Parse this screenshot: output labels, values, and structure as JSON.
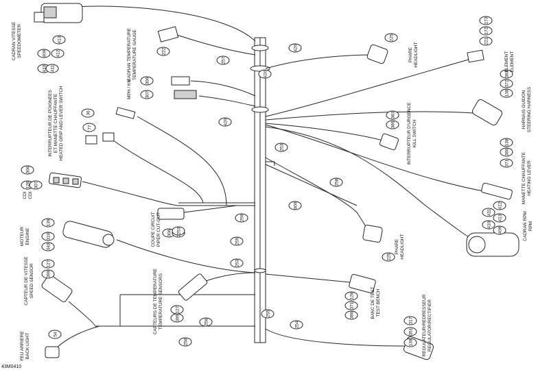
{
  "drawing_code": "43M0410",
  "components": [
    {
      "id": "speedometer",
      "labels": [
        "CADRAN VITESSE",
        "SPEEDOMETER"
      ],
      "refs": [
        "409",
        "410",
        "411",
        "412",
        "413"
      ]
    },
    {
      "id": "temp-gauge",
      "labels": [
        "CADRAN TEMPERATURE",
        "TEMPERATURE GAUGE"
      ],
      "refs": [
        "222"
      ]
    },
    {
      "id": "mph-kmh",
      "labels": [
        "MPH / KM"
      ],
      "refs": [
        "306",
        "307"
      ]
    },
    {
      "id": "grip-heater",
      "labels": [
        "INTERRUPTEUR DE POIGNEES",
        "ET MANETTE CHAUFFANTE",
        "HEATED GRIP AND LEVER SWITCH"
      ],
      "refs": [
        "36",
        "77"
      ]
    },
    {
      "id": "cdi",
      "labels": [
        "CDI",
        "CDI"
      ],
      "refs": [
        "128",
        "306",
        "307"
      ]
    },
    {
      "id": "pipe-cutout",
      "labels": [
        "COUPE CIRCUIT",
        "PIPER CUT-OUT"
      ],
      "refs": [
        "306",
        "307"
      ]
    },
    {
      "id": "engine",
      "labels": [
        "MOTEUR",
        "ENGINE"
      ],
      "refs": [
        "139",
        "310",
        "340"
      ]
    },
    {
      "id": "speed-sensor",
      "labels": [
        "CAPTEUR DE VITESSE",
        "SPEED SENSOR"
      ],
      "refs": [
        "127",
        "399"
      ]
    },
    {
      "id": "temp-sensors",
      "labels": [
        "CAPTEURS DE TEMPERATURE",
        "TEMPERATURE SENSORS"
      ],
      "refs": [
        "127",
        "399"
      ]
    },
    {
      "id": "back-light",
      "labels": [
        "FEU ARRIERE",
        "BACK LIGHT"
      ],
      "refs": [
        "54"
      ]
    },
    {
      "id": "test-bench",
      "labels": [
        "BANC DE TEST",
        "TEST BENCH"
      ],
      "refs": [
        "128",
        "371",
        "386"
      ]
    },
    {
      "id": "regulator",
      "labels": [
        "REGULATEUR/REDRESSEUR",
        "REGULATOR/RECTIFIER"
      ],
      "refs": [
        "317",
        "351",
        "139"
      ]
    },
    {
      "id": "headlight-top",
      "labels": [
        "PHARE",
        "HEADLIGHT"
      ],
      "refs": [
        "225"
      ]
    },
    {
      "id": "element",
      "labels": [
        "ELEMENT",
        "ELEMENT"
      ],
      "refs": [
        "221",
        "172",
        "173"
      ]
    },
    {
      "id": "steering-harness",
      "labels": [
        "HARNAIS GUIDON",
        "STEERING HARNESS"
      ],
      "refs": [
        "383",
        "372",
        "138"
      ]
    },
    {
      "id": "kill-switch",
      "labels": [
        "INTERRUPTEUR D'URGENCE",
        "KILL SWITCH"
      ],
      "refs": [
        "383",
        "386"
      ]
    },
    {
      "id": "heating-lever",
      "labels": [
        "MANETTE CHAUFFANTE",
        "HEATING LEVER"
      ],
      "refs": [
        "138",
        "386",
        "371"
      ]
    },
    {
      "id": "rpm",
      "labels": [
        "CADRAN RPM",
        "RPM"
      ],
      "refs": [
        "410",
        "411",
        "412",
        "413",
        "409"
      ]
    },
    {
      "id": "headlight-mid",
      "labels": [
        "PHARE",
        "HEADLIGHT"
      ],
      "refs": [
        "225"
      ]
    }
  ],
  "harness_refs": [
    "420",
    "257",
    "420",
    "420",
    "253",
    "253",
    "258",
    "000",
    "259",
    "255",
    "253",
    "255",
    "254",
    "258",
    "256"
  ]
}
